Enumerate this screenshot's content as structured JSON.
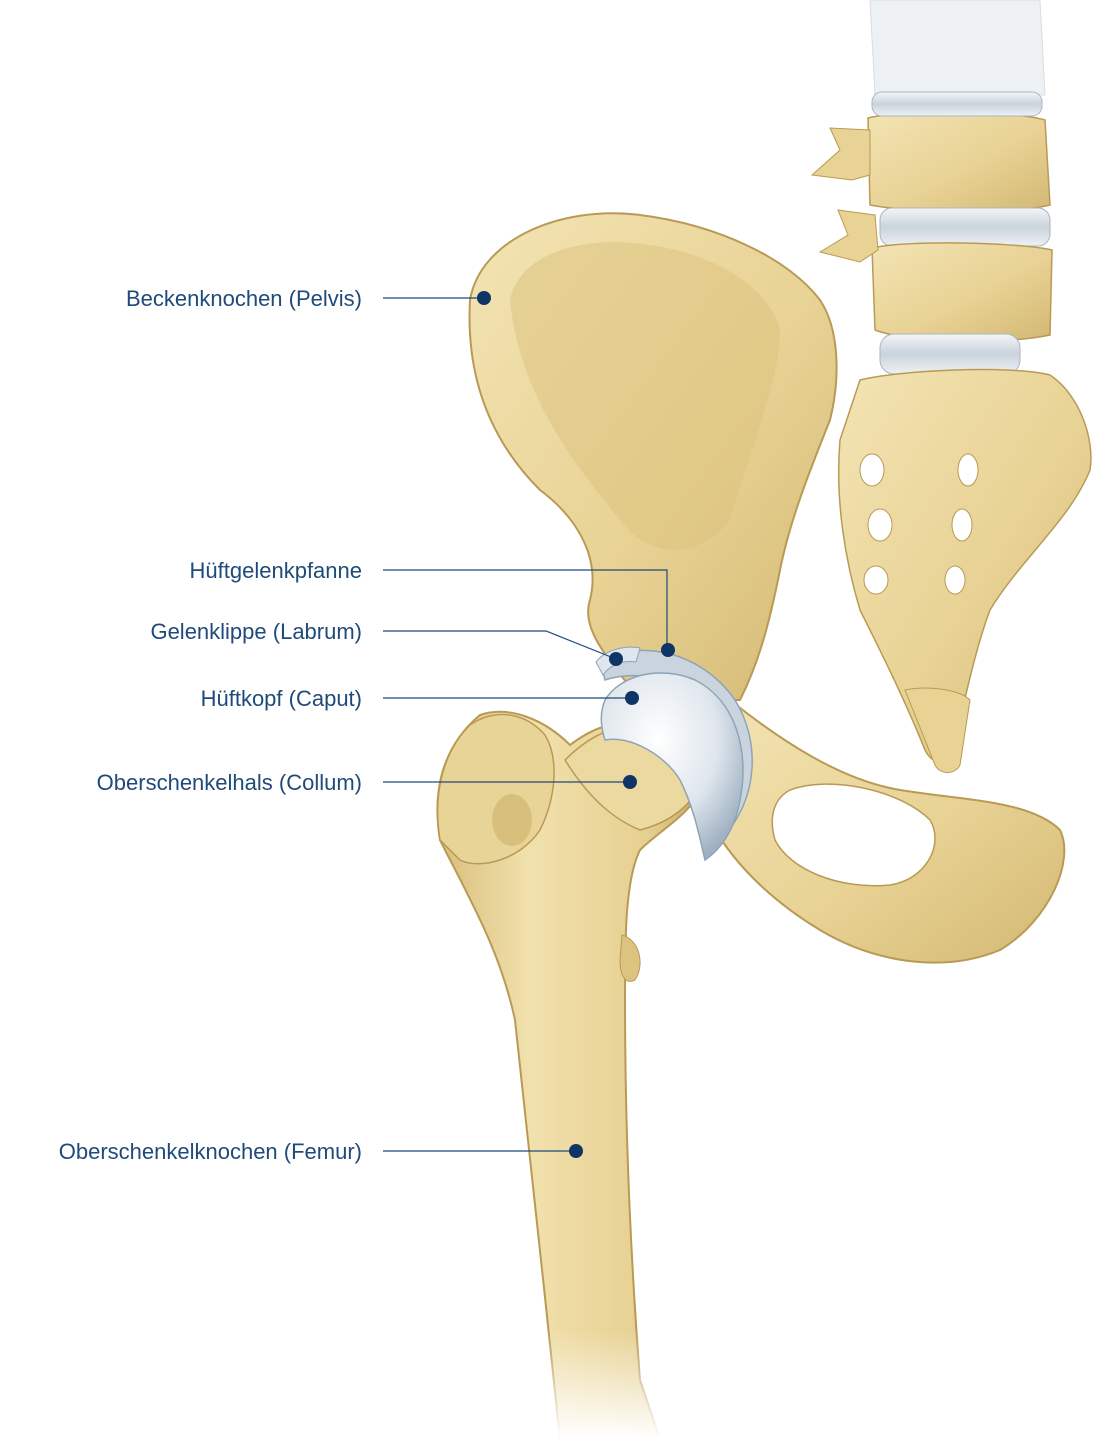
{
  "colors": {
    "label_text": "#1f4a7a",
    "leader_line": "#1f4a7a",
    "marker_dot": "#0f3566",
    "bone": "#ecd9a0",
    "bone_shade": "#c7a863",
    "bone_outline": "#b99a55",
    "cartilage": "#d9e2ea",
    "cartilage_shade": "#8fa3b6"
  },
  "labels": [
    {
      "id": "pelvis",
      "text": "Beckenknochen (Pelvis)"
    },
    {
      "id": "acetabulum",
      "text": "Hüftgelenkpfanne"
    },
    {
      "id": "labrum",
      "text": "Gelenklippe (Labrum)"
    },
    {
      "id": "caput",
      "text": "Hüftkopf (Caput)"
    },
    {
      "id": "collum",
      "text": "Oberschenkelhals (Collum)"
    },
    {
      "id": "femur",
      "text": "Oberschenkelknochen (Femur)"
    }
  ]
}
